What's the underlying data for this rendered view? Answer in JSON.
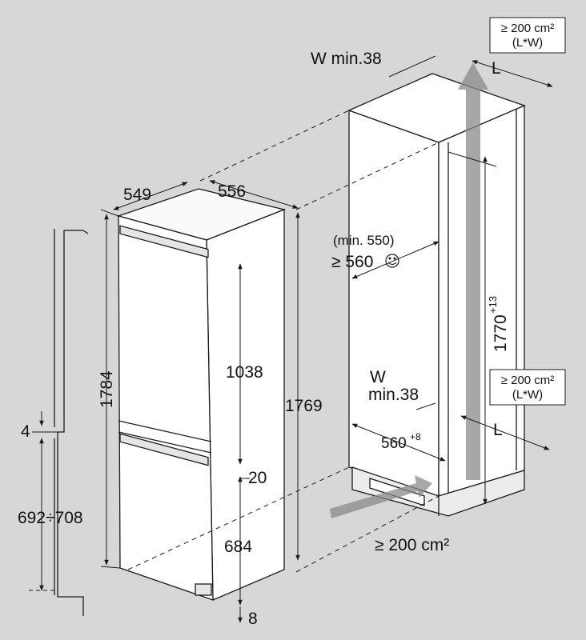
{
  "colors": {
    "background": "#d7d7d7",
    "line": "#1a1a1a",
    "airflow_arrow": "#8a8a8a",
    "box": "#ffffff"
  },
  "labels": {
    "w_min_top": "W min.38",
    "l_top": "L",
    "area_top_line1": "≥ 200 cm²",
    "area_top_line2": "(L*W)",
    "depth_549": "549",
    "width_556": "556",
    "niche_min_550": "(min. 550)",
    "niche_560": "≥ 560",
    "niche_height": "1770",
    "niche_height_tol": "+13",
    "w_side_line1": "W",
    "w_side_line2": "min.38",
    "area_side_line1": "≥ 200 cm²",
    "area_side_line2": "(L*W)",
    "l_side": "L",
    "niche_depth": "560",
    "niche_depth_tol": "+8",
    "area_bottom": "≥ 200 cm²",
    "height_1784": "1784",
    "height_1769": "1769",
    "fridge_1038": "1038",
    "gap_20": "20",
    "freezer_684": "684",
    "bottom_8": "8",
    "door_gap_4": "4",
    "door_692_708": "692÷708"
  },
  "icons": {
    "smiley": "smiley-icon",
    "airflow": "airflow-arrow-icon"
  }
}
